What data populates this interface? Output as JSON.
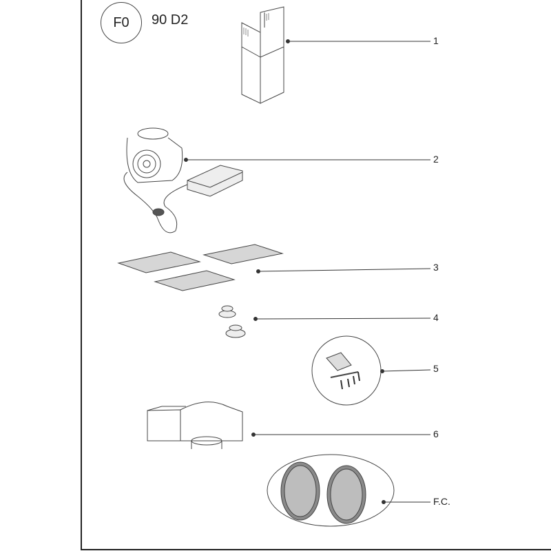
{
  "header": {
    "code": "F0",
    "model": "90 D2"
  },
  "parts": [
    {
      "label": "1",
      "icon": "chimney-icon"
    },
    {
      "label": "2",
      "icon": "motor-blower-icon"
    },
    {
      "label": "3",
      "icon": "grease-filters-icon"
    },
    {
      "label": "4",
      "icon": "knobs-icon"
    },
    {
      "label": "5",
      "icon": "hardware-kit-icon"
    },
    {
      "label": "6",
      "icon": "air-deflector-icon"
    },
    {
      "label": "F.C.",
      "icon": "charcoal-filters-icon"
    }
  ]
}
